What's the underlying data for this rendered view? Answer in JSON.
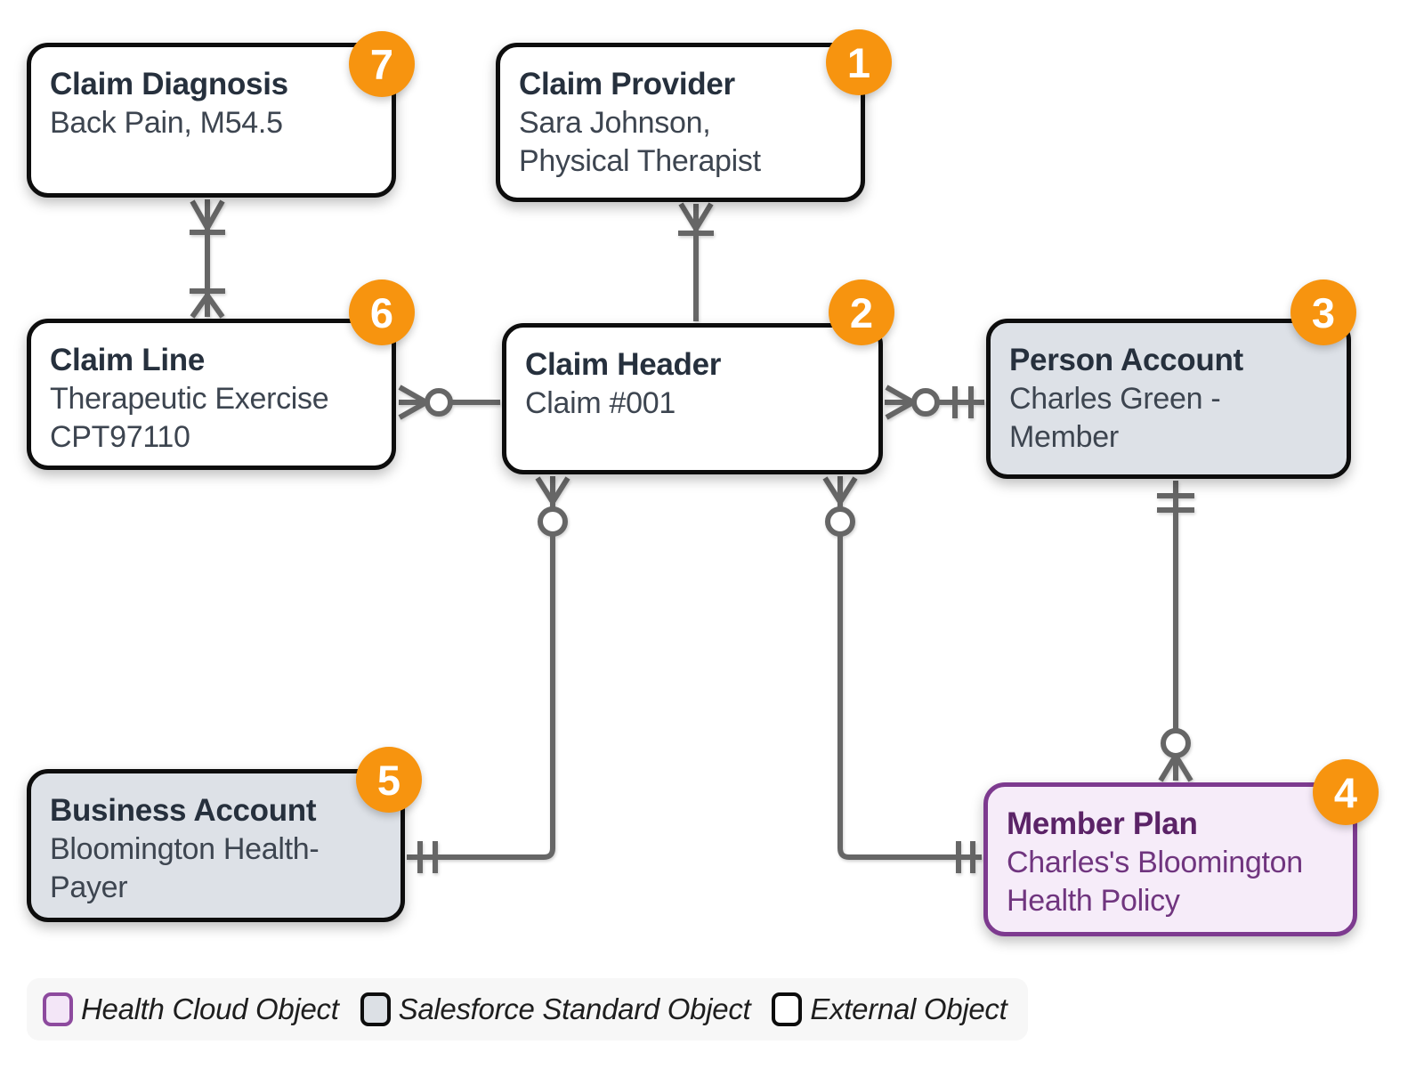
{
  "diagram": {
    "nodes": [
      {
        "title": "Claim Diagnosis",
        "subtitle": "Back Pain, M54.5",
        "badge": "7",
        "object_type": "External Object"
      },
      {
        "title": "Claim Provider",
        "subtitle": "Sara Johnson,\nPhysical Therapist",
        "badge": "1",
        "object_type": "External Object"
      },
      {
        "title": "Claim Line",
        "subtitle": "Therapeutic Exercise\nCPT97110",
        "badge": "6",
        "object_type": "External Object"
      },
      {
        "title": "Claim Header",
        "subtitle": "Claim #001",
        "badge": "2",
        "object_type": "External Object"
      },
      {
        "title": "Person Account",
        "subtitle": "Charles Green -\nMember",
        "badge": "3",
        "object_type": "Salesforce Standard Object"
      },
      {
        "title": "Business Account",
        "subtitle": "Bloomington Health-\nPayer",
        "badge": "5",
        "object_type": "Salesforce Standard Object"
      },
      {
        "title": "Member Plan",
        "subtitle": "Charles's Bloomington\nHealth Policy",
        "badge": "4",
        "object_type": "Health Cloud Object"
      }
    ],
    "relationships": [
      {
        "from": "Claim Diagnosis",
        "to": "Claim Line",
        "from_end": "one-or-many",
        "to_end": "one-or-many"
      },
      {
        "from": "Claim Provider",
        "to": "Claim Header",
        "from_end": "one-or-many",
        "to_end": "plain"
      },
      {
        "from": "Claim Line",
        "to": "Claim Header",
        "from_end": "zero-or-many",
        "to_end": "plain"
      },
      {
        "from": "Claim Header",
        "to": "Person Account",
        "from_end": "zero-or-many",
        "to_end": "one-and-only-one"
      },
      {
        "from": "Claim Header",
        "to": "Business Account",
        "from_end": "zero-or-many",
        "to_end": "one-and-only-one"
      },
      {
        "from": "Claim Header",
        "to": "Member Plan",
        "from_end": "zero-or-many",
        "to_end": "one-and-only-one"
      },
      {
        "from": "Person Account",
        "to": "Member Plan",
        "from_end": "one-and-only-one",
        "to_end": "zero-or-many"
      }
    ],
    "legend": {
      "items": [
        {
          "label": "Health Cloud Object"
        },
        {
          "label": "Salesforce Standard Object"
        },
        {
          "label": "External Object"
        }
      ]
    },
    "colors": {
      "badge_orange": "#F7940F",
      "connector_gray": "#666666",
      "standard_fill": "#DDE1E7",
      "health_fill": "#F6ECF9",
      "health_border": "#7D3A8F",
      "box_border": "#0D0D0D",
      "legend_bg": "#F7F7F7"
    }
  }
}
